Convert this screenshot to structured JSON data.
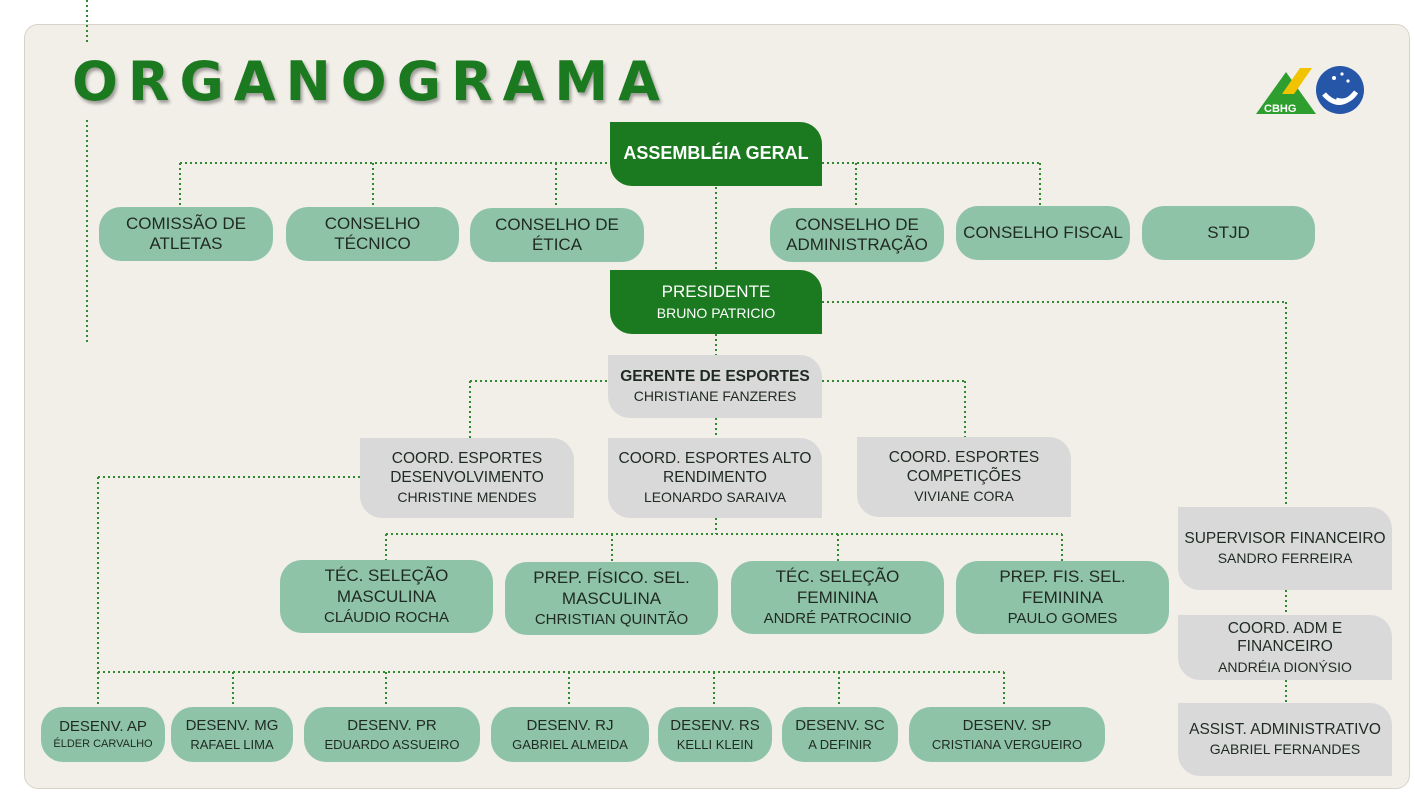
{
  "title": "ORGANOGRAMA",
  "logo_text": "CBHG",
  "colors": {
    "title": "#1b7a1f",
    "dark_node": "#1b7a1f",
    "green_node": "#8fc3a7",
    "gray_node": "#d9d9d9",
    "connector": "#2f8a2f"
  },
  "assembleia": {
    "title": "ASSEMBLÉIA GERAL"
  },
  "councils": [
    {
      "title": "COMISSÃO DE ATLETAS"
    },
    {
      "title": "CONSELHO TÉCNICO"
    },
    {
      "title": "CONSELHO DE ÉTICA"
    },
    {
      "title": "CONSELHO DE ADMINISTRAÇÃO"
    },
    {
      "title": "CONSELHO FISCAL"
    },
    {
      "title": "STJD"
    }
  ],
  "presidente": {
    "title": "PRESIDENTE",
    "name": "BRUNO PATRICIO"
  },
  "gerente": {
    "title": "GERENTE DE ESPORTES",
    "name": "CHRISTIANE FANZERES"
  },
  "coords": [
    {
      "title": "COORD. ESPORTES DESENVOLVIMENTO",
      "name": "CHRISTINE MENDES"
    },
    {
      "title": "COORD. ESPORTES ALTO RENDIMENTO",
      "name": "LEONARDO SARAIVA"
    },
    {
      "title": "COORD. ESPORTES COMPETIÇÕES",
      "name": "VIVIANE CORA"
    }
  ],
  "selecoes": [
    {
      "title": "TÉC. SELEÇÃO MASCULINA",
      "name": "CLÁUDIO ROCHA"
    },
    {
      "title": "PREP. FÍSICO. SEL. MASCULINA",
      "name": "CHRISTIAN QUINTÃO"
    },
    {
      "title": "TÉC. SELEÇÃO FEMININA",
      "name": "ANDRÉ PATROCINIO"
    },
    {
      "title": "PREP. FIS. SEL. FEMININA",
      "name": "PAULO GOMES"
    }
  ],
  "desenv": [
    {
      "title": "DESENV. AP",
      "name": "ÉLDER CARVALHO"
    },
    {
      "title": "DESENV. MG",
      "name": "RAFAEL LIMA"
    },
    {
      "title": "DESENV. PR",
      "name": "EDUARDO ASSUEIRO"
    },
    {
      "title": "DESENV. RJ",
      "name": "GABRIEL ALMEIDA"
    },
    {
      "title": "DESENV. RS",
      "name": "KELLI KLEIN"
    },
    {
      "title": "DESENV. SC",
      "name": "A DEFINIR"
    },
    {
      "title": "DESENV. SP",
      "name": "CRISTIANA VERGUEIRO"
    }
  ],
  "financeiro": [
    {
      "title": "SUPERVISOR FINANCEIRO",
      "name": "SANDRO FERREIRA"
    },
    {
      "title": "COORD. ADM E FINANCEIRO",
      "name": "ANDRÉIA DIONÝSIO"
    },
    {
      "title": "ASSIST. ADMINISTRATIVO",
      "name": "GABRIEL FERNANDES"
    }
  ]
}
